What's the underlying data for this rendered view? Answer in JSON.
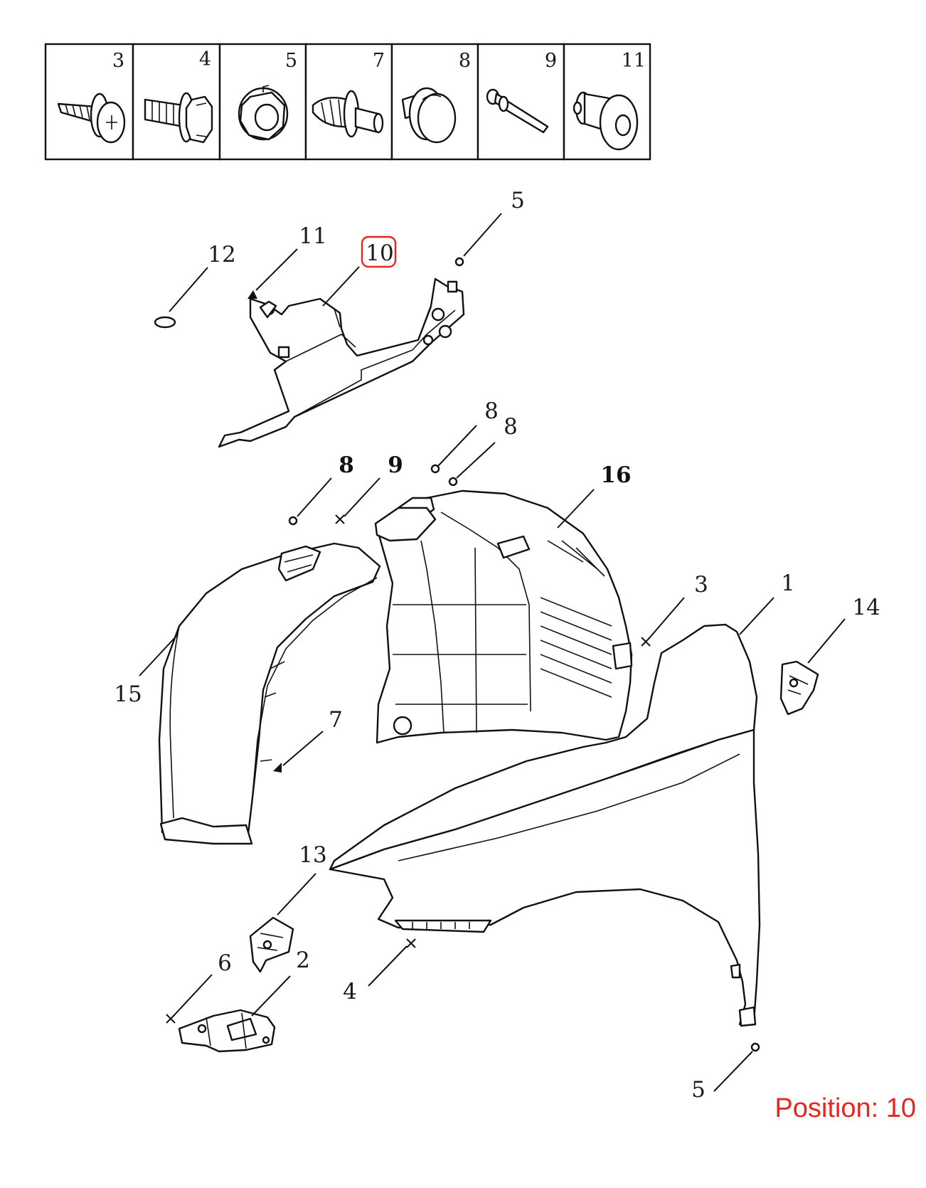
{
  "fasteners_row": {
    "cells": [
      {
        "label": "3",
        "icon": "phillips-screw-icon"
      },
      {
        "label": "4",
        "icon": "hex-bolt-icon"
      },
      {
        "label": "5",
        "icon": "hex-nut-icon"
      },
      {
        "label": "7",
        "icon": "push-clip-icon"
      },
      {
        "label": "8",
        "icon": "round-clip-icon"
      },
      {
        "label": "9",
        "icon": "rivet-icon"
      },
      {
        "label": "11",
        "icon": "grommet-icon"
      }
    ]
  },
  "callouts": {
    "c5_top": "5",
    "c11": "11",
    "c10": "10",
    "c12": "12",
    "c8_a": "8",
    "c8_b": "8",
    "c8_c": "8",
    "c9": "9",
    "c16": "16",
    "c3": "3",
    "c1": "1",
    "c14": "14",
    "c15": "15",
    "c7": "7",
    "c13": "13",
    "c6": "6",
    "c2": "2",
    "c4": "4",
    "c5_bottom": "5"
  },
  "highlight": {
    "callout": "10",
    "color": "#e8261e"
  },
  "position_text": "Position: 10"
}
